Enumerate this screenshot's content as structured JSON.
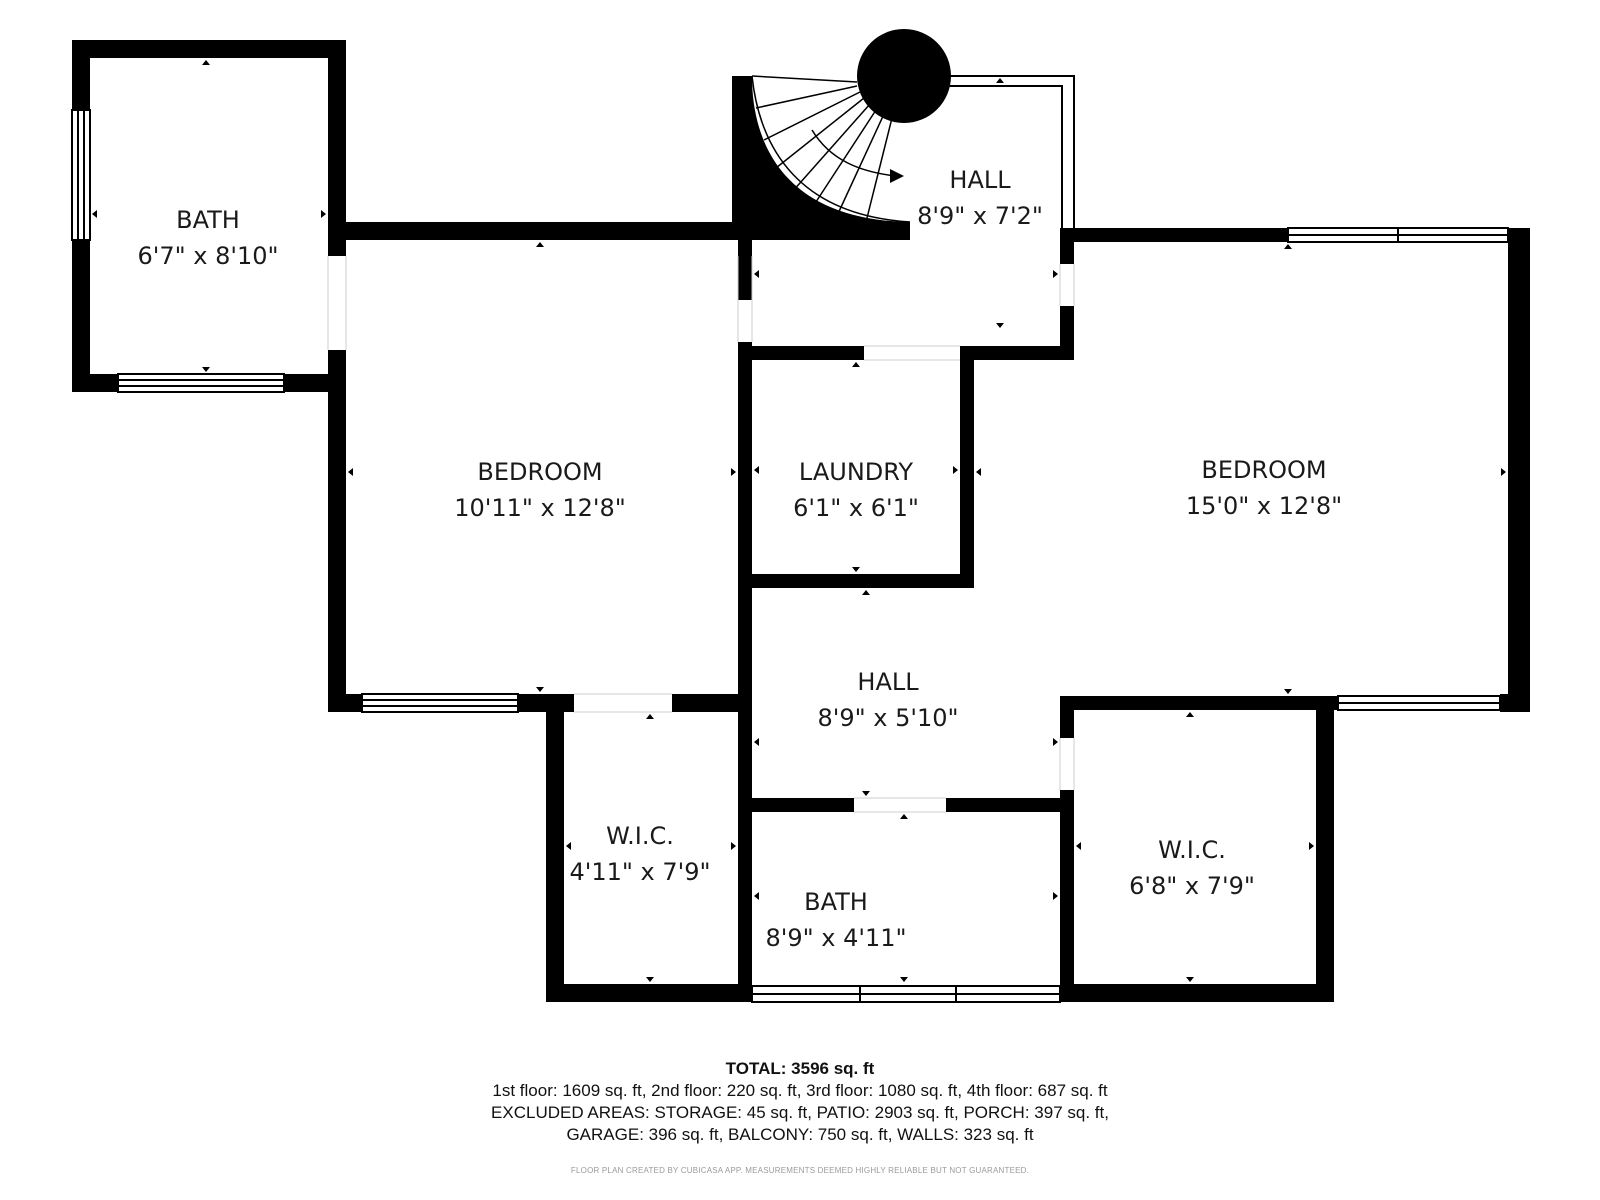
{
  "rooms": {
    "bath_top": {
      "name": "BATH",
      "size": "6'7\" x 8'10\""
    },
    "hall_top": {
      "name": "HALL",
      "size": "8'9\" x 7'2\""
    },
    "bedroom_left": {
      "name": "BEDROOM",
      "size": "10'11\" x 12'8\""
    },
    "laundry": {
      "name": "LAUNDRY",
      "size": "6'1\" x 6'1\""
    },
    "bedroom_right": {
      "name": "BEDROOM",
      "size": "15'0\" x 12'8\""
    },
    "hall_mid": {
      "name": "HALL",
      "size": "8'9\" x 5'10\""
    },
    "wic_left": {
      "name": "W.I.C.",
      "size": "4'11\" x 7'9\""
    },
    "bath_bottom": {
      "name": "BATH",
      "size": "8'9\" x 4'11\""
    },
    "wic_right": {
      "name": "W.I.C.",
      "size": "6'8\" x 7'9\""
    }
  },
  "footer": {
    "total_label": "TOTAL:",
    "total_value": "3596 sq. ft",
    "floors": "1st floor: 1609 sq. ft, 2nd floor: 220 sq. ft, 3rd floor: 1080 sq. ft, 4th floor: 687 sq. ft",
    "excluded_1": "EXCLUDED AREAS: STORAGE: 45 sq. ft, PATIO: 2903 sq. ft, PORCH: 397 sq. ft,",
    "excluded_2": "GARAGE: 396 sq. ft, BALCONY: 750 sq. ft, WALLS: 323 sq. ft",
    "credit": "FLOOR PLAN CREATED BY CUBICASA APP. MEASUREMENTS DEEMED HIGHLY RELIABLE BUT NOT GUARANTEED."
  }
}
